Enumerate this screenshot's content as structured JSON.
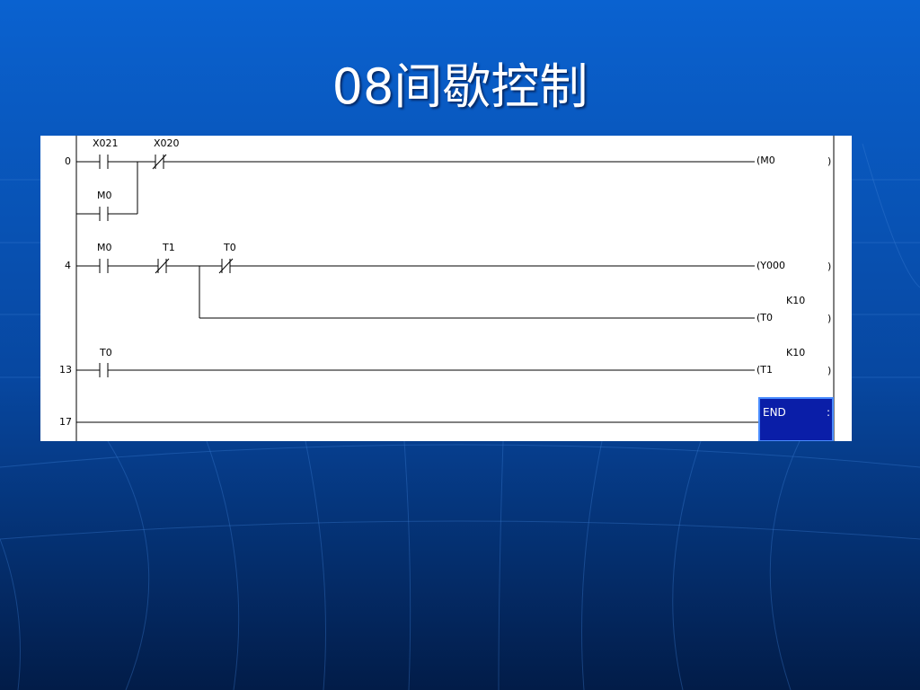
{
  "title": "08间歇控制",
  "colors": {
    "background_top": "#0a5fcc",
    "background_bottom": "#02204f",
    "end_box": "#0a1ea8"
  },
  "ladder": {
    "step_numbers": [
      "0",
      "4",
      "13",
      "17"
    ],
    "contacts": {
      "x021": "X021",
      "x020": "X020",
      "m0_hold": "M0",
      "m0_rung2": "M0",
      "t1_rung2": "T1",
      "t0_rung2": "T0",
      "t0_rung3": "T0"
    },
    "coils": {
      "m0": "(M0",
      "y000": "(Y000",
      "t0": "(T0",
      "t1": "(T1"
    },
    "constants": {
      "t0_k": "K10",
      "t1_k": "K10"
    },
    "end_instruction": "END"
  }
}
